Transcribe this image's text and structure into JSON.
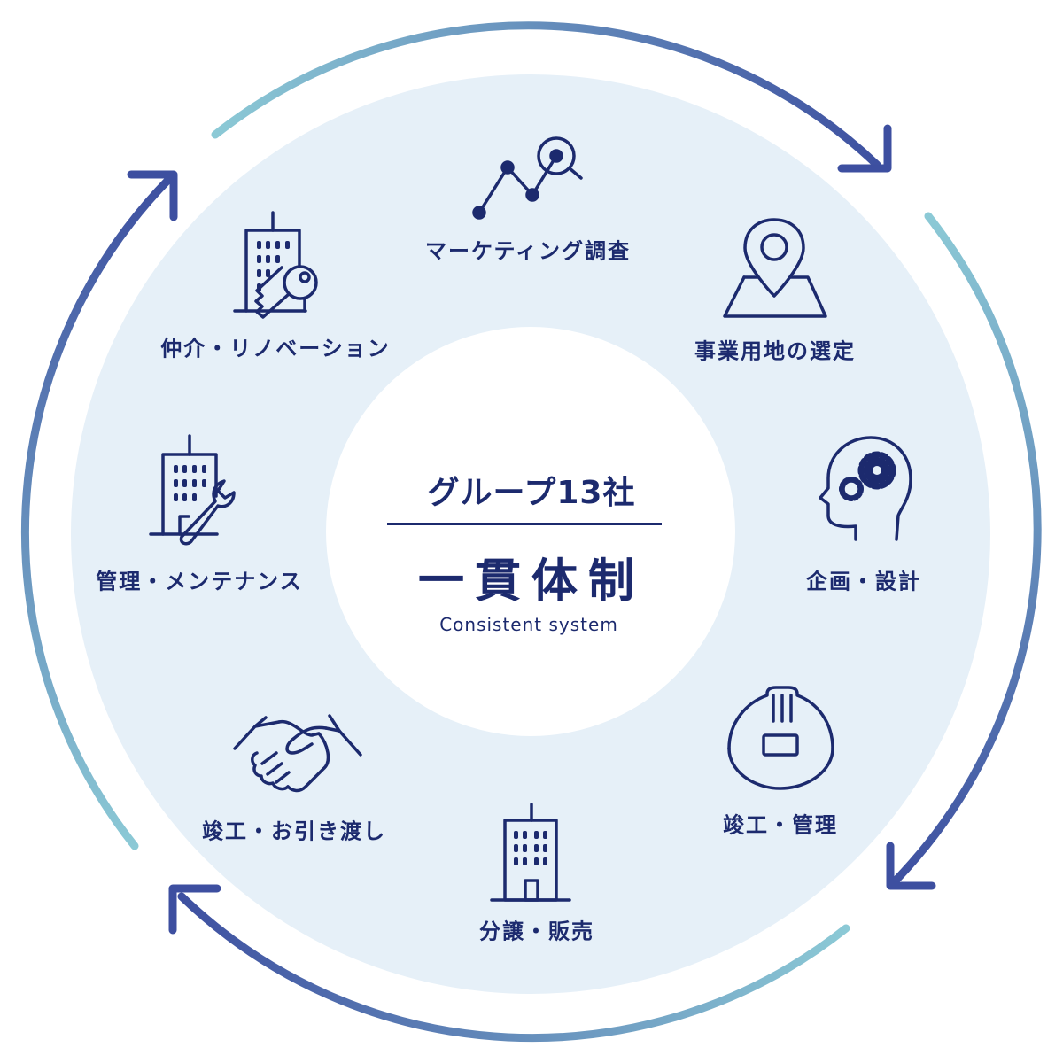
{
  "center": {
    "heading": "グループ13社",
    "title": "一貫体制",
    "subtitle": "Consistent system"
  },
  "steps": [
    {
      "label": "マーケティング調査",
      "icon": "chart-search-icon"
    },
    {
      "label": "事業用地の選定",
      "icon": "map-pin-icon"
    },
    {
      "label": "企画・設計",
      "icon": "head-gears-icon"
    },
    {
      "label": "竣工・管理",
      "icon": "hard-hat-icon"
    },
    {
      "label": "分譲・販売",
      "icon": "building-icon"
    },
    {
      "label": "竣工・お引き渡し",
      "icon": "handshake-icon"
    },
    {
      "label": "管理・メンテナンス",
      "icon": "building-wrench-icon"
    },
    {
      "label": "仲介・リノベーション",
      "icon": "building-key-icon"
    }
  ],
  "colors": {
    "primary": "#1c2a6e",
    "ring": "#e6f0f8",
    "arrow_dark": "#3d4fa0",
    "arrow_light": "#8ccad6"
  }
}
